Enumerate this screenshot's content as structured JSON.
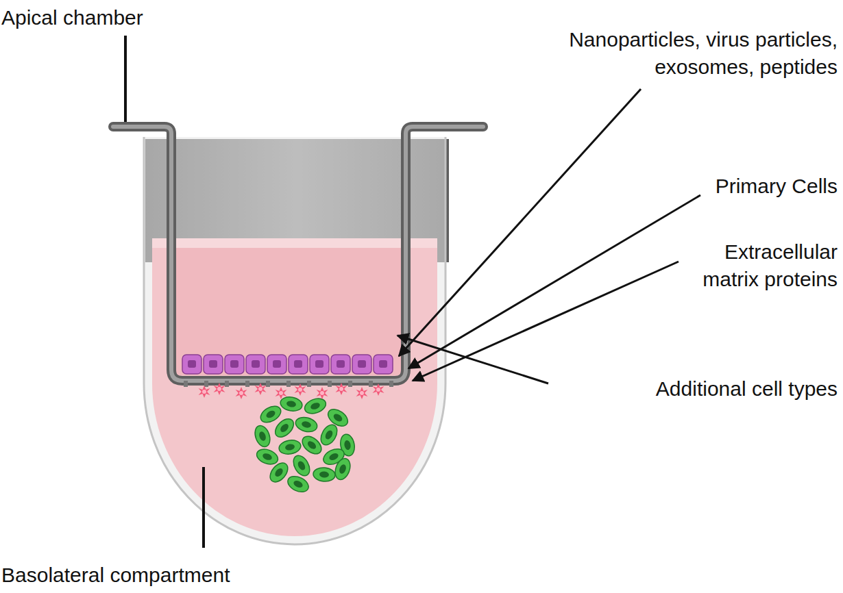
{
  "diagram": {
    "labels": [
      "Apical chamber",
      "Nanoparticles, virus particles, exosomes, peptides",
      "Primary Cells",
      "Extracellular matrix proteins",
      "Additional cell types",
      "Basolateral compartment"
    ]
  }
}
